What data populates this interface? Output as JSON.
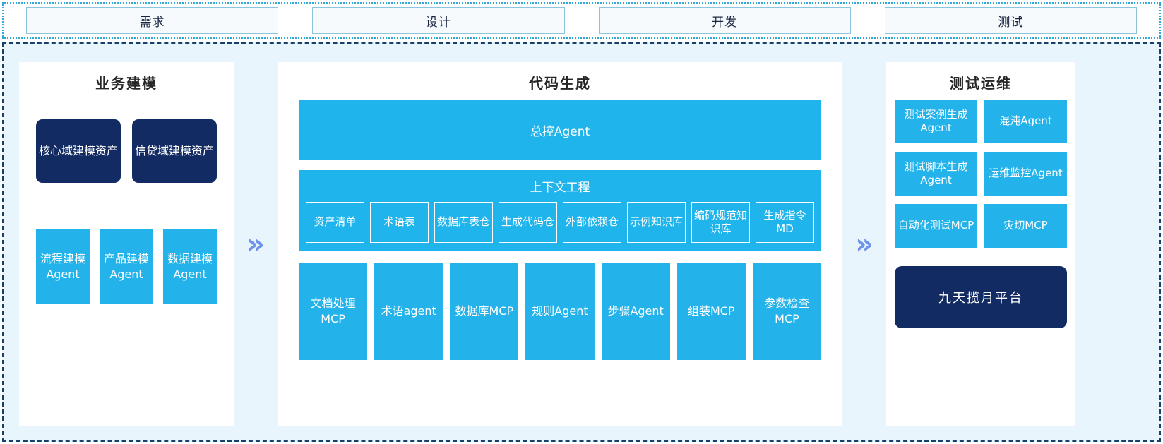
{
  "stages": {
    "items": [
      {
        "label": "需求"
      },
      {
        "label": "设计"
      },
      {
        "label": "开发"
      },
      {
        "label": "测试"
      }
    ]
  },
  "arrows": {
    "glyph": "»"
  },
  "left_panel": {
    "title": "业务建模",
    "assets": [
      {
        "label": "核心域建模资产"
      },
      {
        "label": "信贷域建模资产"
      }
    ],
    "agents": [
      {
        "label": "流程建模Agent"
      },
      {
        "label": "产品建模Agent"
      },
      {
        "label": "数据建模Agent"
      }
    ]
  },
  "center_panel": {
    "title": "代码生成",
    "master_agent": "总控Agent",
    "context": {
      "title": "上下文工程",
      "items": [
        {
          "label": "资产清单"
        },
        {
          "label": "术语表"
        },
        {
          "label": "数据库表仓"
        },
        {
          "label": "生成代码仓"
        },
        {
          "label": "外部依赖仓"
        },
        {
          "label": "示例知识库"
        },
        {
          "label": "编码规范知识库"
        },
        {
          "label": "生成指令MD"
        }
      ]
    },
    "tools": [
      {
        "label": "文档处理MCP"
      },
      {
        "label": "术语agent"
      },
      {
        "label": "数据库MCP"
      },
      {
        "label": "规则Agent"
      },
      {
        "label": "步骤Agent"
      },
      {
        "label": "组装MCP"
      },
      {
        "label": "参数检查MCP"
      }
    ]
  },
  "right_panel": {
    "title": "测试运维",
    "items": [
      {
        "label": "测试案例生成Agent"
      },
      {
        "label": "混沌Agent"
      },
      {
        "label": "测试脚本生成Agent"
      },
      {
        "label": "运维监控Agent"
      },
      {
        "label": "自动化测试MCP"
      },
      {
        "label": "灾切MCP"
      }
    ],
    "platform": "九天揽月平台"
  },
  "colors": {
    "cyan": "#23b3ea",
    "navy": "#122b63",
    "background": "#e9f5fd",
    "arrow": "#6d93e8",
    "frame_border": "#17406b",
    "stage_border": "#2fa8d8"
  }
}
